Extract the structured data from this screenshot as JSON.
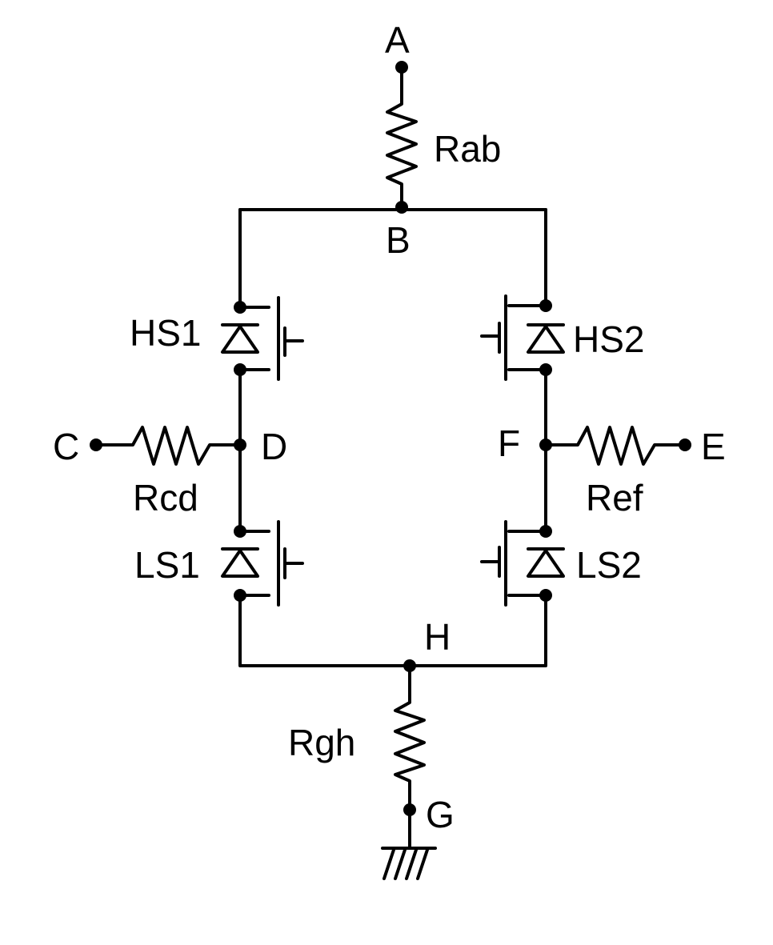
{
  "nodes": {
    "A": "A",
    "B": "B",
    "C": "C",
    "D": "D",
    "E": "E",
    "F": "F",
    "G": "G",
    "H": "H"
  },
  "resistors": {
    "Rab": "Rab",
    "Rcd": "Rcd",
    "Ref": "Ref",
    "Rgh": "Rgh"
  },
  "switches": {
    "HS1": "HS1",
    "HS2": "HS2",
    "LS1": "LS1",
    "LS2": "LS2"
  },
  "ground": {
    "icon": "ground-icon"
  }
}
